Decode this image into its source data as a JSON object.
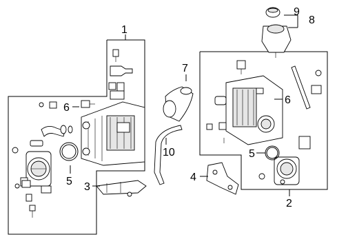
{
  "callouts": {
    "c1": "1",
    "c2": "2",
    "c3": "3",
    "c4": "4",
    "c5a": "5",
    "c5b": "5",
    "c6a": "6",
    "c6b": "6",
    "c7": "7",
    "c8": "8",
    "c9": "9",
    "c10": "10"
  },
  "colors": {
    "line": "#000000",
    "background": "#ffffff",
    "part_fill": "#e6e6e6"
  }
}
